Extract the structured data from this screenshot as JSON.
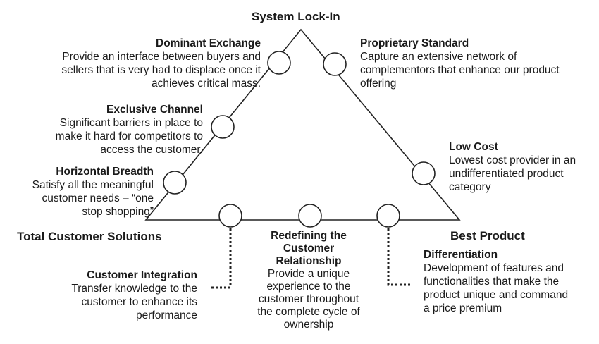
{
  "corners": {
    "top": "System Lock-In",
    "bottom_left": "Total Customer Solutions",
    "bottom_right": "Best Product"
  },
  "positions": [
    {
      "title": "Dominant Exchange",
      "lines": [
        "Provide an interface between buyers and",
        "sellers that is very had to displace once it",
        "achieves critical mass."
      ]
    },
    {
      "title": "Proprietary Standard",
      "lines": [
        "Capture an extensive network of",
        "complementors that enhance our product",
        "offering"
      ]
    },
    {
      "title": "Exclusive Channel",
      "lines": [
        "Significant barriers in place to",
        "make it hard for competitors to",
        "access the customer."
      ]
    },
    {
      "title": "Low Cost",
      "lines": [
        "Lowest cost provider in an",
        "undifferentiated product",
        "category"
      ]
    },
    {
      "title": "Horizontal Breadth",
      "lines": [
        "Satisfy all the meaningful",
        "customer needs – “one",
        "stop shopping”"
      ]
    },
    {
      "title": "Customer Integration",
      "lines": [
        "Transfer knowledge to the",
        "customer to enhance its",
        "performance"
      ]
    },
    {
      "title_lines": [
        "Redefining the",
        "Customer",
        "Relationship"
      ],
      "lines": [
        "Provide a unique",
        "experience to the",
        "customer throughout",
        "the complete cycle of",
        "ownership"
      ]
    },
    {
      "title": "Differentiation",
      "lines": [
        "Development of features and",
        "functionalities that make the",
        "product unique and command",
        "a price premium"
      ]
    }
  ]
}
